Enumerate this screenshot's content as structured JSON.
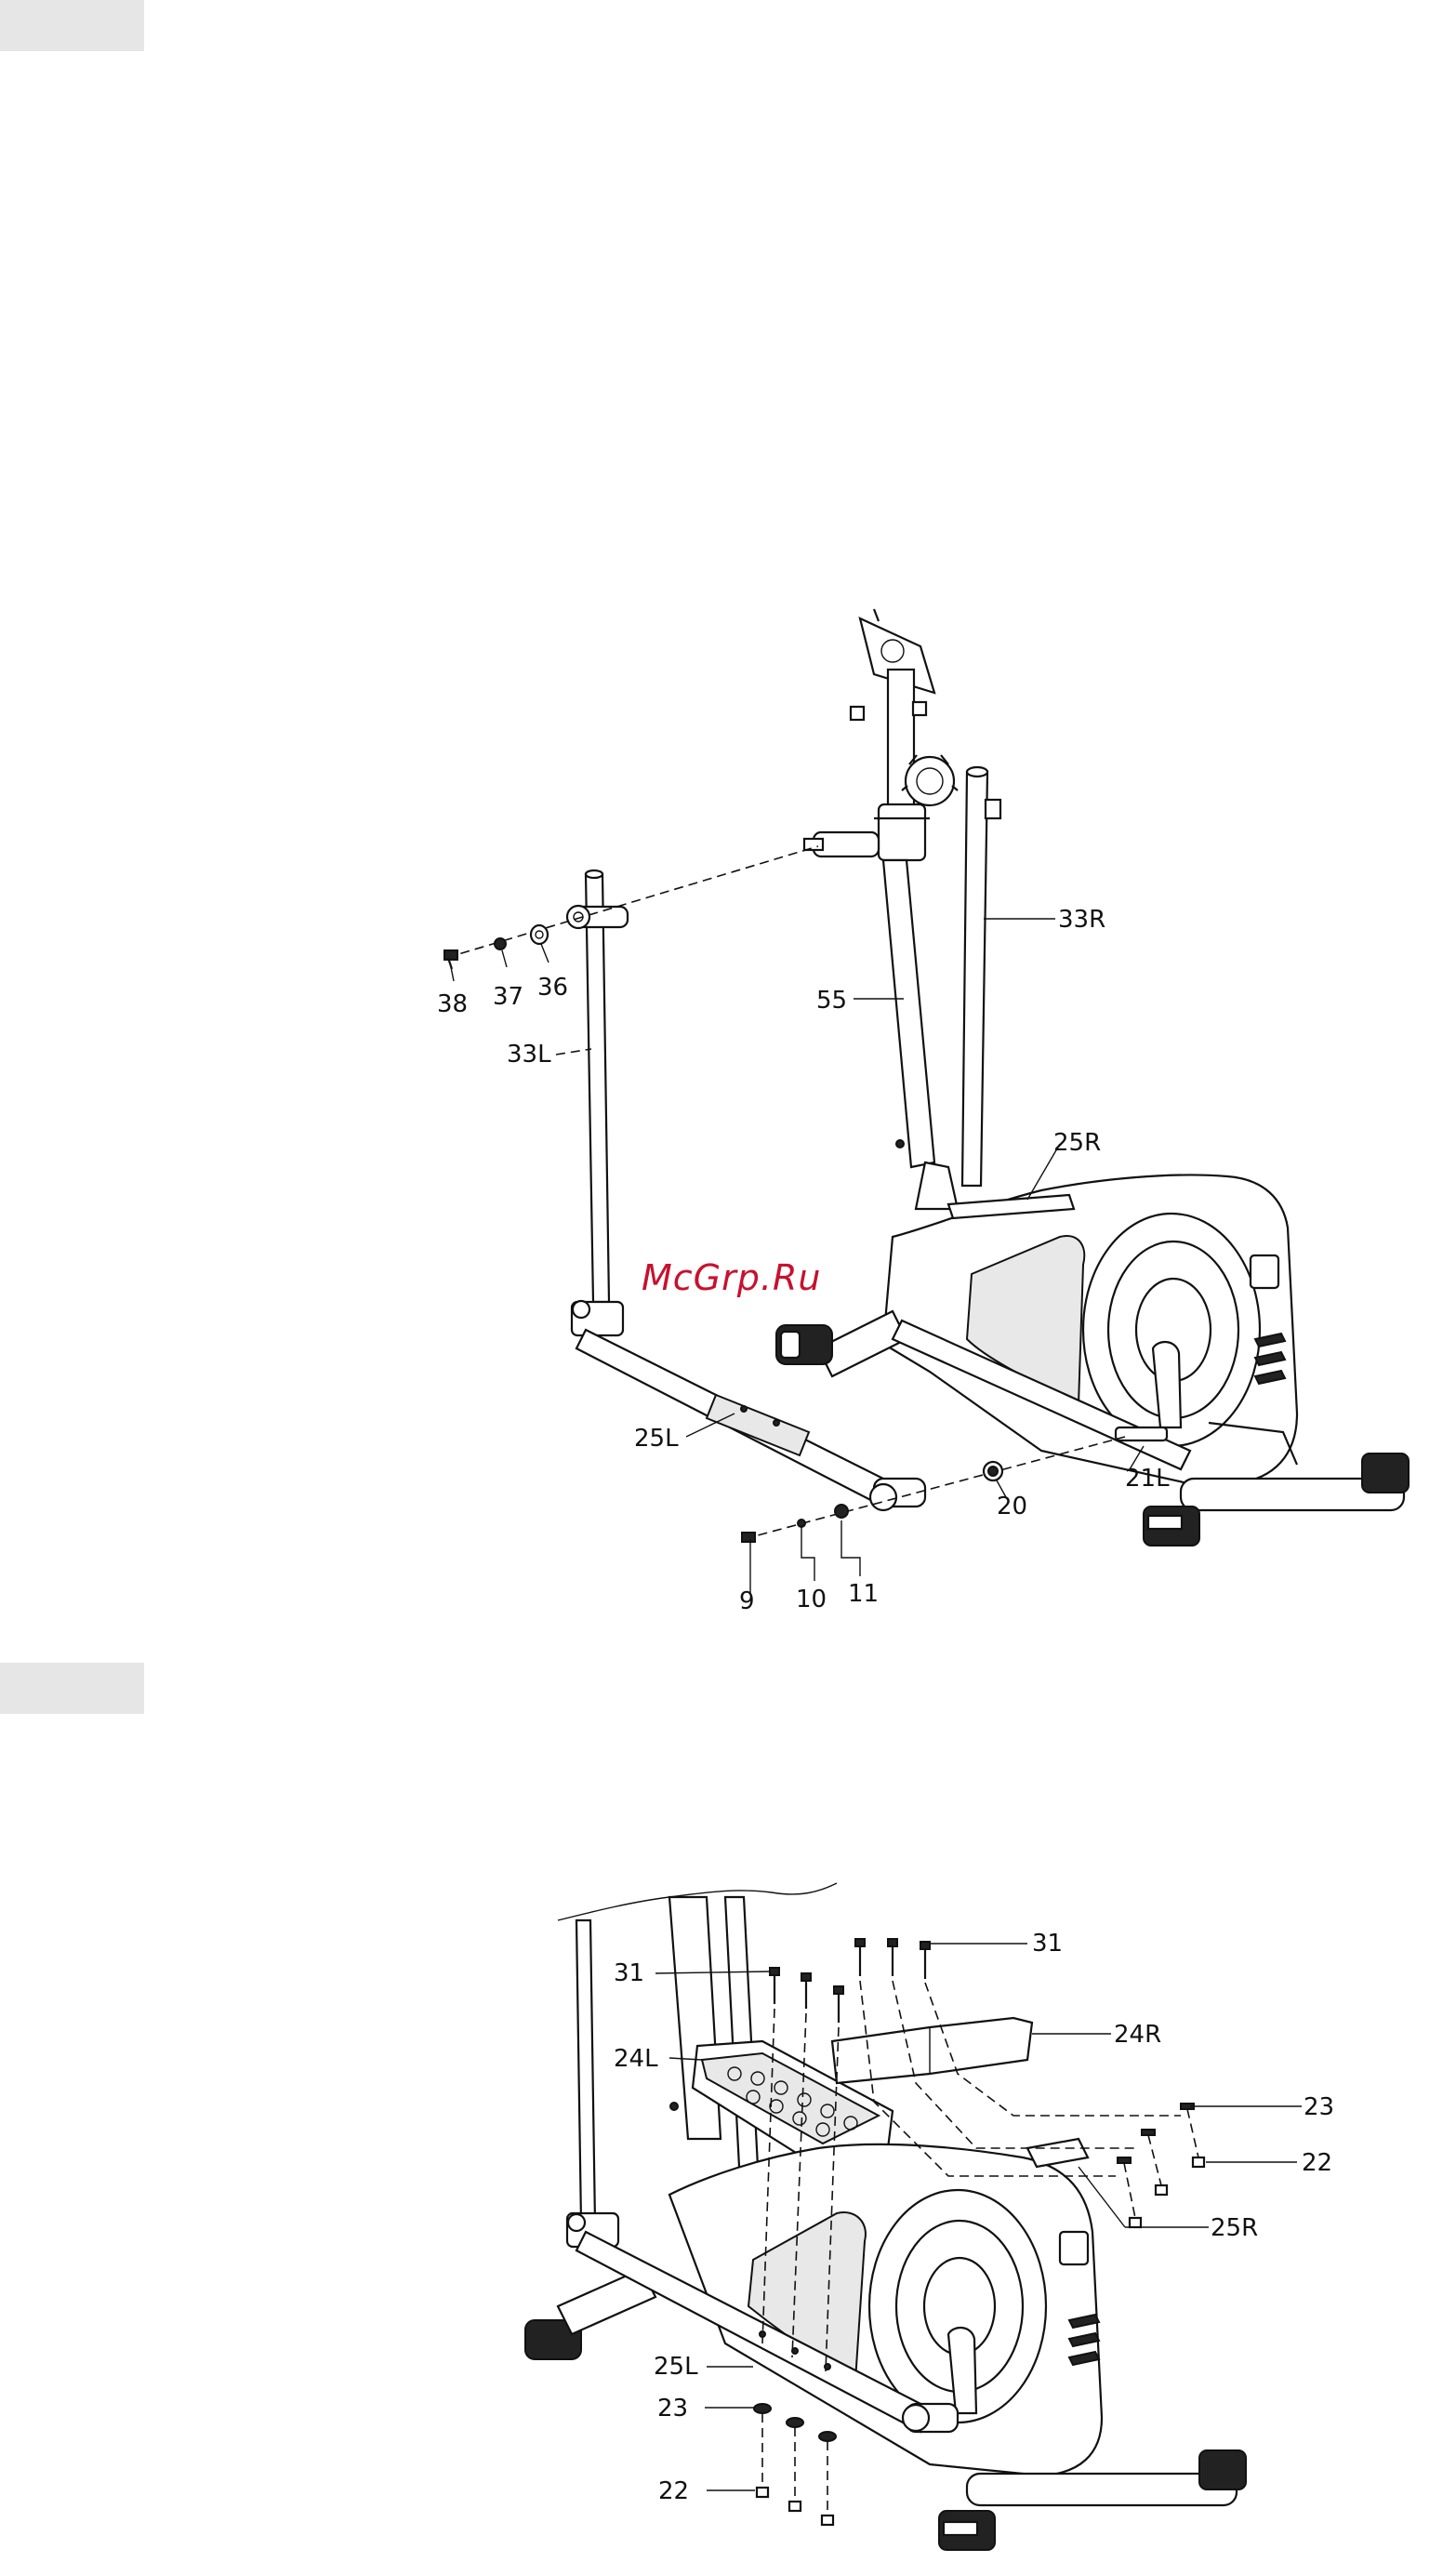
{
  "watermark": "McGrp.Ru",
  "figure1": {
    "labels": {
      "l38": "38",
      "l37": "37",
      "l36": "36",
      "l33L": "33L",
      "l55": "55",
      "l33R": "33R",
      "l25R": "25R",
      "l25L": "25L",
      "l20": "20",
      "l21L": "21L",
      "l9": "9",
      "l10": "10",
      "l11": "11"
    }
  },
  "figure2": {
    "labels": {
      "l31a": "31",
      "l31b": "31",
      "l24L": "24L",
      "l24R": "24R",
      "l23a": "23",
      "l22a": "22",
      "l25R": "25R",
      "l25L": "25L",
      "l23b": "23",
      "l22b": "22"
    }
  }
}
